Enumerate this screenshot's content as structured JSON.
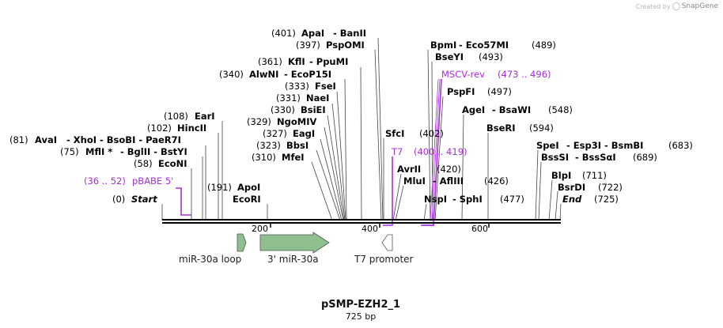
{
  "credit": {
    "prefix": "Created by",
    "brand": "SnapGene",
    "icon": "snapgene-logo-icon"
  },
  "map": {
    "title": "pSMP-EZH2_1",
    "length_label": "725 bp",
    "ticks": [
      "200",
      "400",
      "600"
    ]
  },
  "labels": [
    {
      "name": "label-start",
      "pos": "(0)",
      "enz": "Start",
      "italic": true
    },
    {
      "name": "label-ecori",
      "pos": "(191)",
      "enz": "ApoI",
      "extra": "EcoRI"
    },
    {
      "name": "label-avai",
      "pos": "(81)",
      "enz": "AvaI",
      "rest": "- XhoI  - BsoBI  - PaeR7I"
    },
    {
      "name": "label-mfli",
      "pos": "(75)",
      "enz": "MflI *",
      "rest": "- BglII  - BstYI"
    },
    {
      "name": "label-econi",
      "pos": "(58)",
      "enz": "EcoNI"
    },
    {
      "name": "label-hincii",
      "pos": "(102)",
      "enz": "HincII"
    },
    {
      "name": "label-eari",
      "pos": "(108)",
      "enz": "EarI"
    },
    {
      "name": "label-mfei",
      "pos": "(310)",
      "enz": "MfeI"
    },
    {
      "name": "label-bbsi",
      "pos": "(323)",
      "enz": "BbsI"
    },
    {
      "name": "label-eagi",
      "pos": "(327)",
      "enz": "EagI"
    },
    {
      "name": "label-ngomiv",
      "pos": "(329)",
      "enz": "NgoMIV"
    },
    {
      "name": "label-bsiei",
      "pos": "(330)",
      "enz": "BsiEI"
    },
    {
      "name": "label-naei",
      "pos": "(331)",
      "enz": "NaeI"
    },
    {
      "name": "label-fsei",
      "pos": "(333)",
      "enz": "FseI"
    },
    {
      "name": "label-alwni",
      "pos": "(340)",
      "enz": "AlwNI",
      "rest": "- EcoP15I"
    },
    {
      "name": "label-kfli",
      "pos": "(361)",
      "enz": "KflI",
      "rest": "- PpuMI"
    },
    {
      "name": "label-pspomi",
      "pos": "(397)",
      "enz": "PspOMI"
    },
    {
      "name": "label-apai",
      "pos": "(401)",
      "enz": "ApaI",
      "rest": "- BanII"
    },
    {
      "name": "label-sfci",
      "pos": "(402)",
      "enz": "SfcI"
    },
    {
      "name": "label-avrii",
      "pos": "(420)",
      "enz": "AvrII"
    },
    {
      "name": "label-mlui",
      "pos": "(426)",
      "enz": "MluI",
      "rest": "- AflIII"
    },
    {
      "name": "label-nspi",
      "pos": "(477)",
      "enz": "NspI",
      "rest": "- SphI"
    },
    {
      "name": "label-bpmi",
      "pos": "(489)",
      "enz": "BpmI",
      "rest": "- Eco57MI"
    },
    {
      "name": "label-bseyi",
      "pos": "(493)",
      "enz": "BseYI"
    },
    {
      "name": "label-pspfi",
      "pos": "(497)",
      "enz": "PspFI"
    },
    {
      "name": "label-agei",
      "pos": "(548)",
      "enz": "AgeI",
      "rest": "- BsaWI"
    },
    {
      "name": "label-bseri",
      "pos": "(594)",
      "enz": "BseRI"
    },
    {
      "name": "label-spei",
      "pos": "(683)",
      "enz": "SpeI",
      "rest": "- Esp3I  - BsmBI"
    },
    {
      "name": "label-bsssi",
      "pos": "(689)",
      "enz": "BssSI",
      "rest": "- BssSαI"
    },
    {
      "name": "label-blpi",
      "pos": "(711)",
      "enz": "BlpI"
    },
    {
      "name": "label-bsrdi",
      "pos": "(722)",
      "enz": "BsrDI"
    },
    {
      "name": "label-end",
      "pos": "(725)",
      "enz": "End",
      "italic": true
    }
  ],
  "primers": [
    {
      "name": "primer-pbabe5",
      "text": "pBABE 5'",
      "range": "(36 .. 52)"
    },
    {
      "name": "primer-t7",
      "text": "T7",
      "range": "(400 .. 419)"
    },
    {
      "name": "primer-mscvrev",
      "text": "MSCV-rev",
      "range": "(473 .. 496)"
    }
  ],
  "features": [
    {
      "name": "feature-mir30a-loop",
      "label": "miR-30a loop",
      "color": "#8fbf8f"
    },
    {
      "name": "feature-3-mir30a",
      "label": "3' miR-30a",
      "color": "#8fbf8f"
    },
    {
      "name": "feature-t7-promoter",
      "label": "T7 promoter",
      "color": "#ffffff"
    }
  ],
  "colors": {
    "primer": "#a830d8",
    "feature": "#8fbf8f"
  }
}
